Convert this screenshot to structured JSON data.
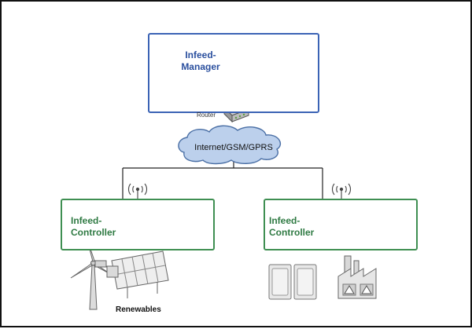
{
  "diagram": {
    "manager": {
      "label": "Infeed-\nManager"
    },
    "router": {
      "label": "Router"
    },
    "network": {
      "label": "Internet/GSM/GPRS"
    },
    "controllers": [
      {
        "label": "Infeed-\nController"
      },
      {
        "label": "Infeed-\nController"
      }
    ],
    "renewables_label": "Renewables"
  },
  "colors": {
    "manager_border": "#3b63b5",
    "controller_border": "#3f8f52",
    "cloud_fill": "#bcd0ec",
    "cloud_stroke": "#4a6fa5"
  }
}
